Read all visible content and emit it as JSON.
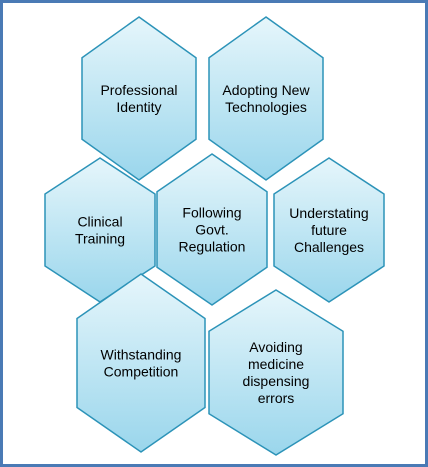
{
  "diagram": {
    "colors": {
      "border": "#4a7ab5",
      "hex_stroke": "#2c93b8",
      "hex_fill_top": "#e6f6fb",
      "hex_fill_bottom": "#9ad6ec"
    },
    "hexagons": [
      {
        "id": "professional-identity",
        "lines": [
          "Professional",
          "Identity"
        ]
      },
      {
        "id": "adopting-new-technologies",
        "lines": [
          "Adopting New",
          "Technologies"
        ]
      },
      {
        "id": "clinical-training",
        "lines": [
          "Clinical",
          "Training"
        ]
      },
      {
        "id": "following-govt-regulation",
        "lines": [
          "Following",
          "Govt.",
          "Regulation"
        ]
      },
      {
        "id": "understating-future-challenges",
        "lines": [
          "Understating",
          "future",
          "Challenges"
        ]
      },
      {
        "id": "withstanding-competition",
        "lines": [
          "Withstanding",
          "Competition"
        ]
      },
      {
        "id": "avoiding-medicine-dispensing-errors",
        "lines": [
          "Avoiding",
          "medicine",
          "dispensing",
          "errors"
        ]
      }
    ]
  }
}
